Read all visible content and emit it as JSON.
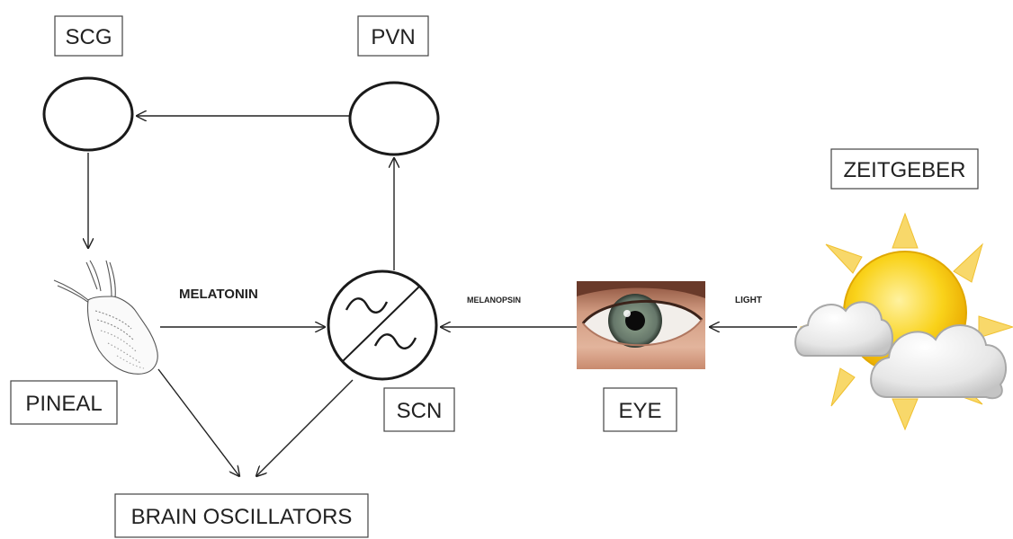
{
  "labels": {
    "scg": "SCG",
    "pvn": "PVN",
    "zeitgeber": "ZEITGEBER",
    "pineal": "PINEAL",
    "scn": "SCN",
    "eye": "EYE",
    "brain_oscillators": "BRAIN OSCILLATORS",
    "melatonin": "MELATONIN",
    "melanopsin": "MELANOPSIN",
    "light": "LIGHT"
  },
  "colors": {
    "line": "#222222",
    "sun": "#f5c400",
    "sun_ray": "#f8d86a",
    "cloud": "#e4e4e4",
    "iris": "#6f7f72",
    "skin": "#c98a6e"
  }
}
